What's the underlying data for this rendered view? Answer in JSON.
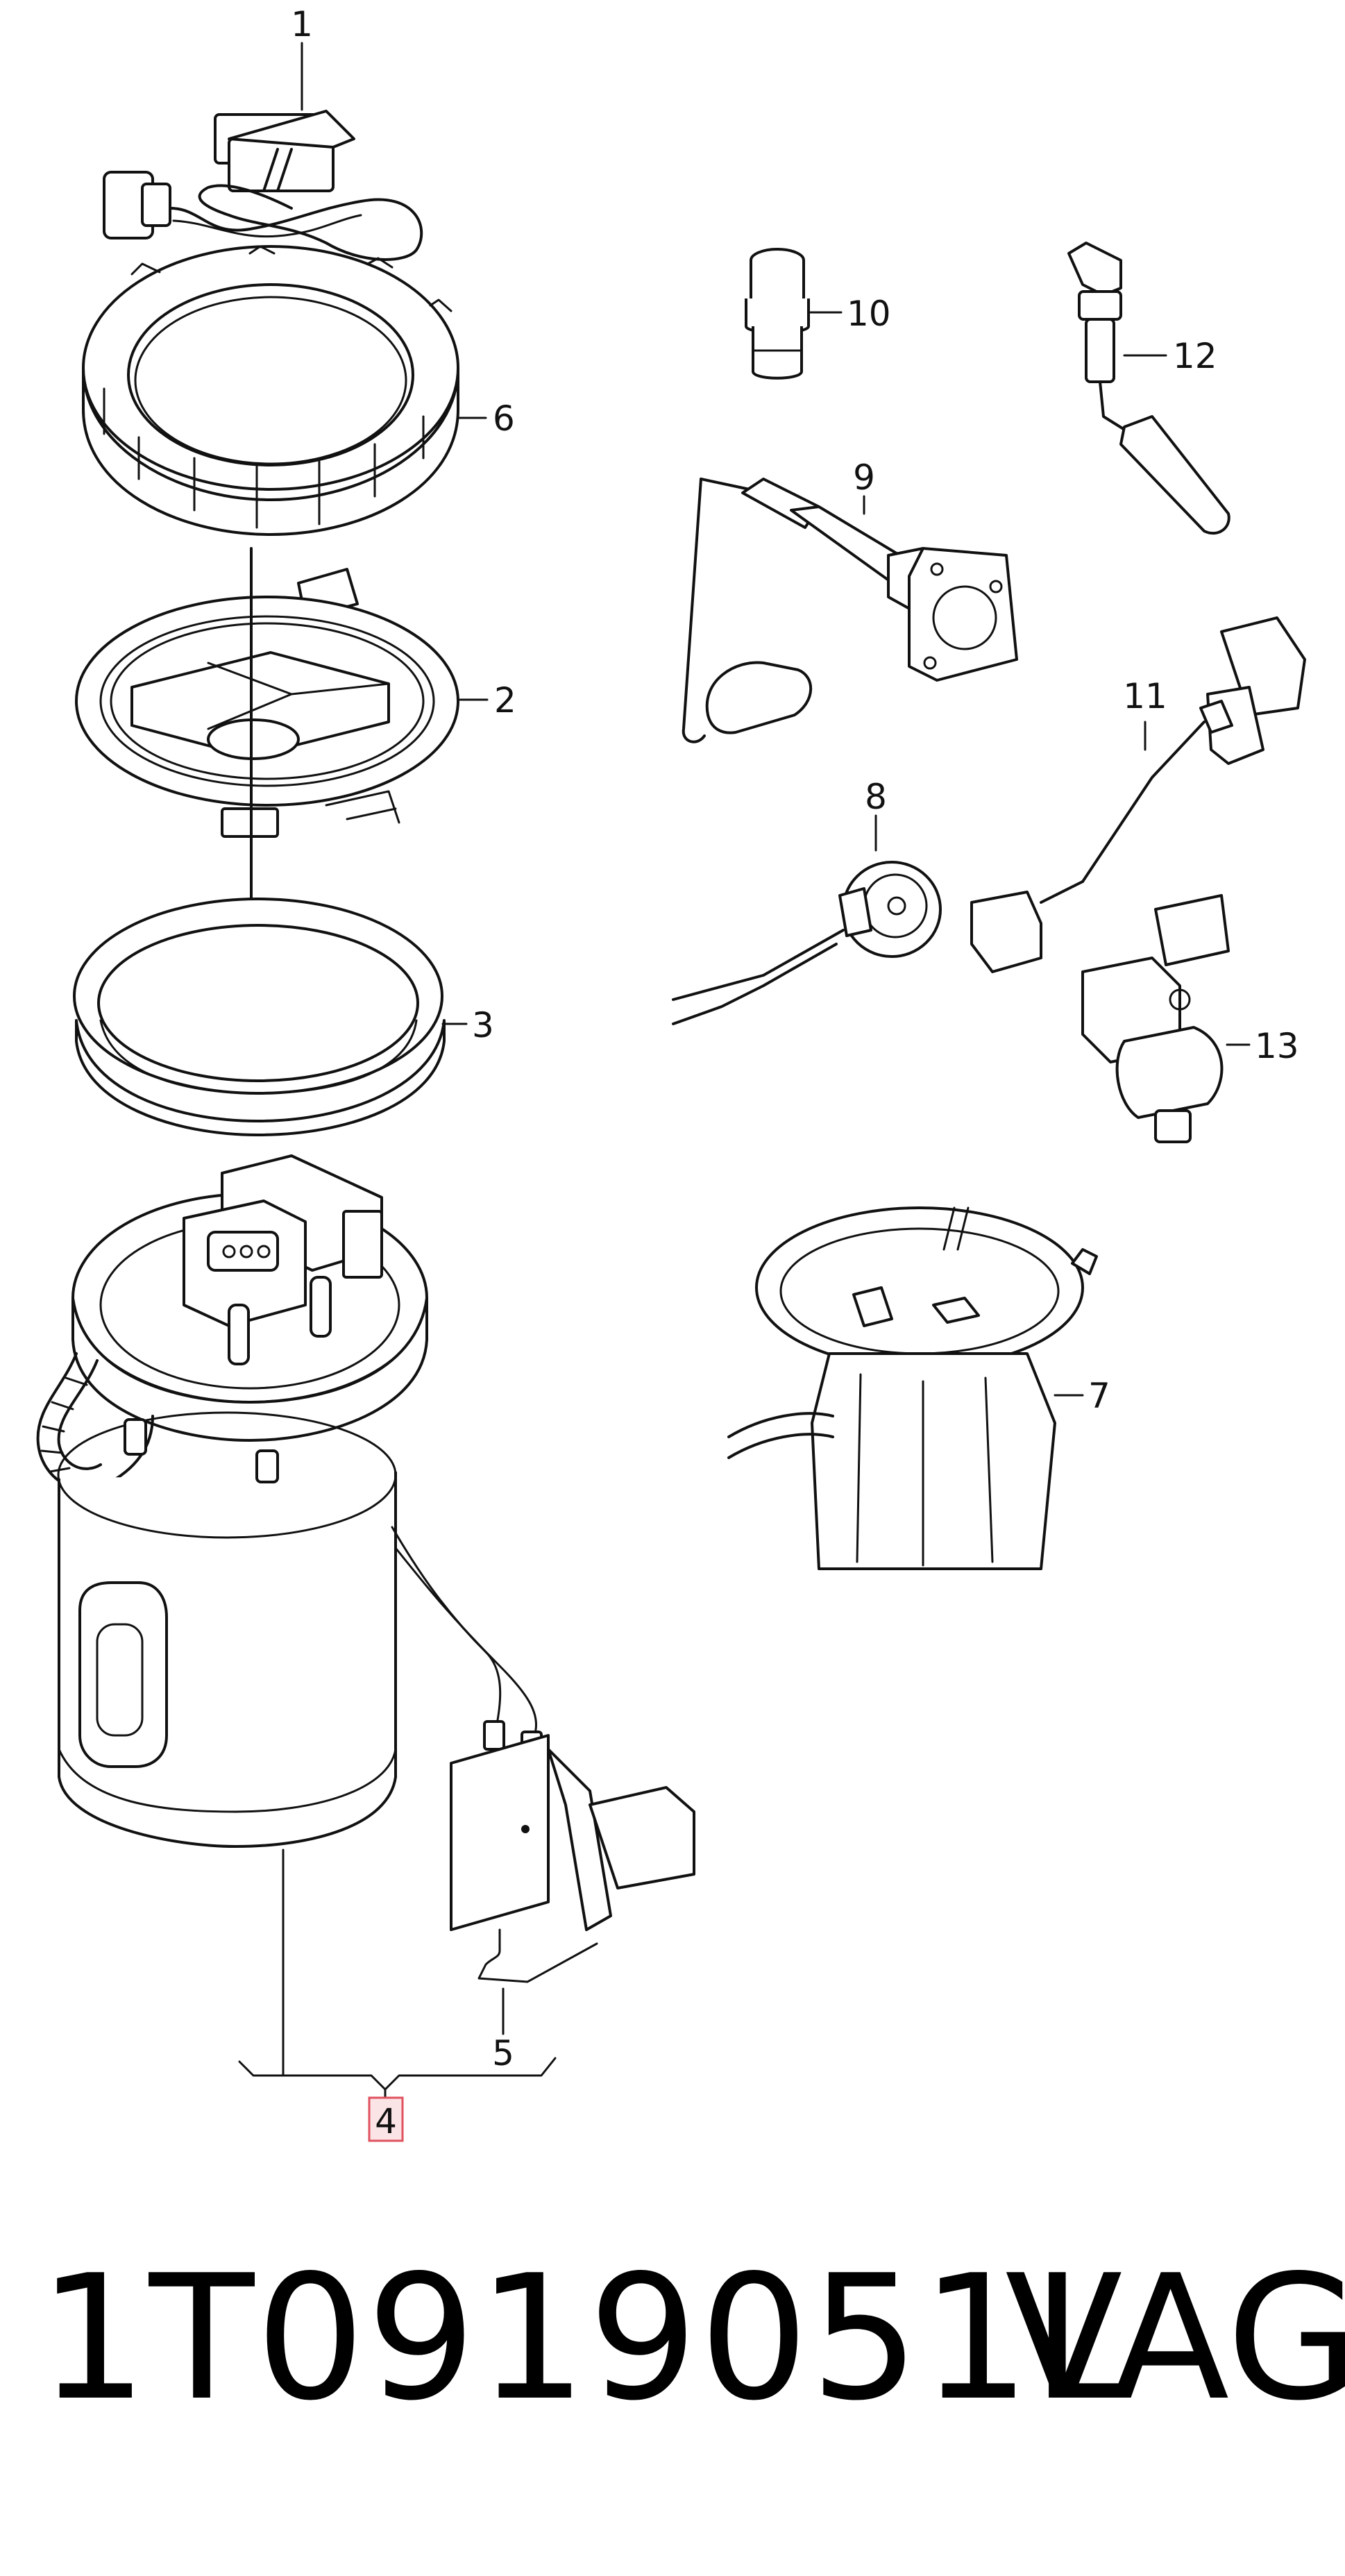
{
  "callouts": {
    "c1": "1",
    "c2": "2",
    "c3": "3",
    "c4": "4",
    "c5": "5",
    "c6": "6",
    "c7": "7",
    "c8": "8",
    "c9": "9",
    "c10": "10",
    "c11": "11",
    "c12": "12",
    "c13": "13"
  },
  "highlighted_callout": "4",
  "footer": {
    "part_number": "1T0919051L",
    "brand": "VAG"
  },
  "colors": {
    "highlight_fill": "#fbe4e6",
    "highlight_border": "#e0525f",
    "line": "#111111"
  }
}
